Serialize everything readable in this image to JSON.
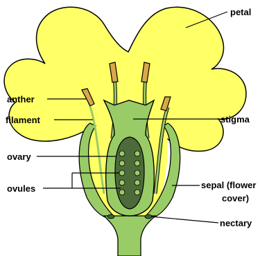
{
  "labels": {
    "petal": "petal",
    "anther": "anther",
    "filament": "filament",
    "stigma": "stigma",
    "ovary": "ovary",
    "ovules": "ovules",
    "sepal_line1": "sepal (flower",
    "sepal_line2": "cover)",
    "nectary": "nectary"
  },
  "colors": {
    "petal": "#ffff66",
    "green": "#99cc66",
    "dark_green": "#336633",
    "ovary_dark": "#4d6b3a",
    "anther": "#d9a84a",
    "outline": "#000000"
  }
}
